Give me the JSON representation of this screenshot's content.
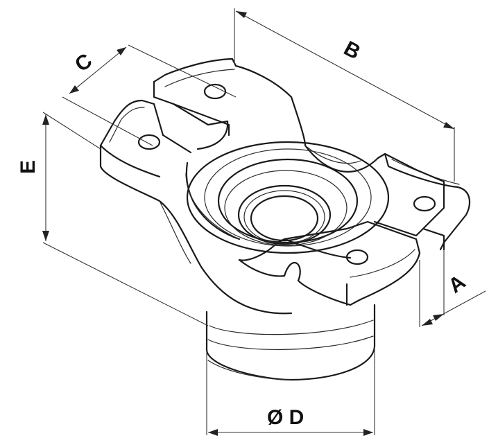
{
  "labels": {
    "a": "A",
    "b": "B",
    "c": "C",
    "d": "Ø D",
    "e": "E"
  },
  "colors": {
    "line": "#1a1a1a",
    "background": "#ffffff"
  }
}
